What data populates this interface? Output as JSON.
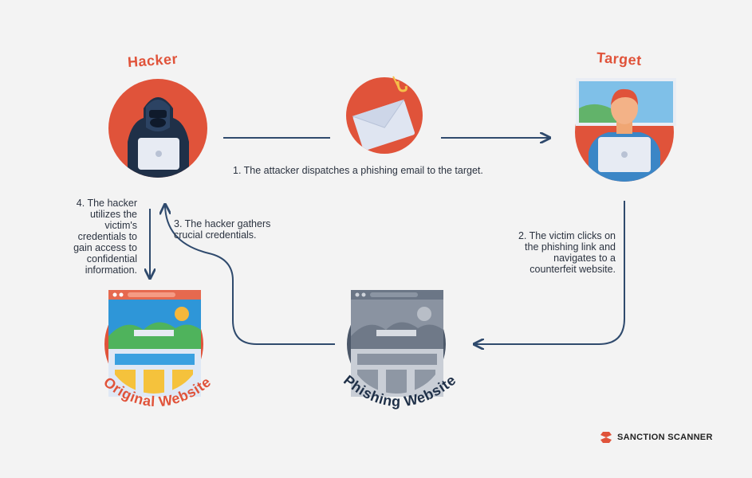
{
  "nodes": {
    "hacker_label": "Hacker",
    "target_label": "Target",
    "original_label": "Original Website",
    "phishing_label": "Phishing Website"
  },
  "steps": {
    "step1": "1. The attacker dispatches a phishing email to the target.",
    "step2": "2. The victim clicks on\nthe phishing link and\nnavigates to a\ncounterfeit website.",
    "step3": "3. The hacker gathers\ncrucial credentials.",
    "step4": "4. The hacker\nutilizes the\nvictim's\ncredentials to\ngain access to\nconfidential\ninformation."
  },
  "brand": {
    "name": "SANCTION SCANNER"
  },
  "colors": {
    "accent": "#e0533a",
    "line": "#2f4a6d",
    "background": "#f3f3f3",
    "dark": "#1f3048"
  },
  "icons": {
    "hacker": "hooded-hacker-icon",
    "email": "phishing-email-icon",
    "target": "target-user-icon",
    "original": "original-website-icon",
    "phishing": "phishing-website-icon",
    "logo": "sanction-scanner-logo-icon"
  }
}
